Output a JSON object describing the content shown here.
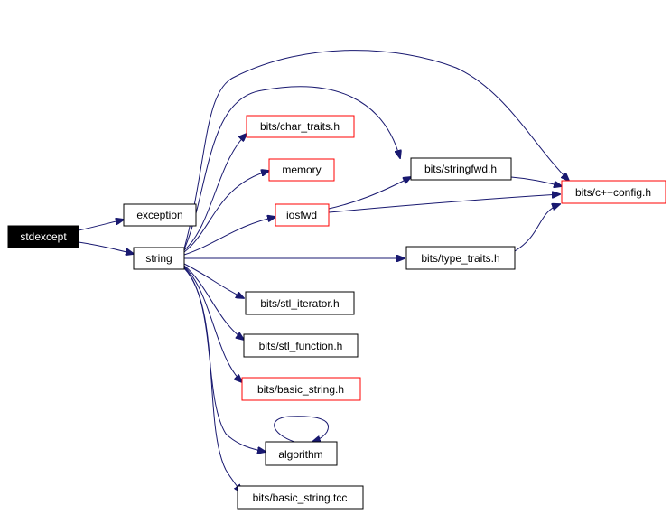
{
  "colors": {
    "edge": "#191970",
    "box_black_border": "#000000",
    "box_red_border": "#ff0000",
    "root_fill": "#000000",
    "root_text": "#ffffff",
    "text": "#000000"
  },
  "nodes": {
    "stdexcept": "stdexcept",
    "exception": "exception",
    "string": "string",
    "char_traits": "bits/char_traits.h",
    "memory": "memory",
    "iosfwd": "iosfwd",
    "stringfwd": "bits/stringfwd.h",
    "cppconfig": "bits/c++config.h",
    "type_traits": "bits/type_traits.h",
    "stl_iterator": "bits/stl_iterator.h",
    "stl_function": "bits/stl_function.h",
    "basic_string": "bits/basic_string.h",
    "algorithm": "algorithm",
    "basic_string_tcc": "bits/basic_string.tcc"
  },
  "node_styles": {
    "stdexcept": "root",
    "exception": "black",
    "string": "black",
    "char_traits": "red",
    "memory": "red",
    "iosfwd": "red",
    "stringfwd": "black",
    "cppconfig": "red",
    "type_traits": "black",
    "stl_iterator": "black",
    "stl_function": "black",
    "basic_string": "red",
    "algorithm": "black",
    "basic_string_tcc": "black"
  },
  "edges": [
    [
      "stdexcept",
      "exception"
    ],
    [
      "stdexcept",
      "string"
    ],
    [
      "string",
      "char_traits"
    ],
    [
      "string",
      "memory"
    ],
    [
      "string",
      "iosfwd"
    ],
    [
      "string",
      "stringfwd"
    ],
    [
      "string",
      "cppconfig"
    ],
    [
      "string",
      "type_traits"
    ],
    [
      "string",
      "stl_iterator"
    ],
    [
      "string",
      "stl_function"
    ],
    [
      "string",
      "basic_string"
    ],
    [
      "string",
      "algorithm"
    ],
    [
      "string",
      "basic_string_tcc"
    ],
    [
      "iosfwd",
      "stringfwd"
    ],
    [
      "iosfwd",
      "cppconfig"
    ],
    [
      "stringfwd",
      "cppconfig"
    ],
    [
      "type_traits",
      "cppconfig"
    ],
    [
      "algorithm",
      "algorithm"
    ]
  ]
}
